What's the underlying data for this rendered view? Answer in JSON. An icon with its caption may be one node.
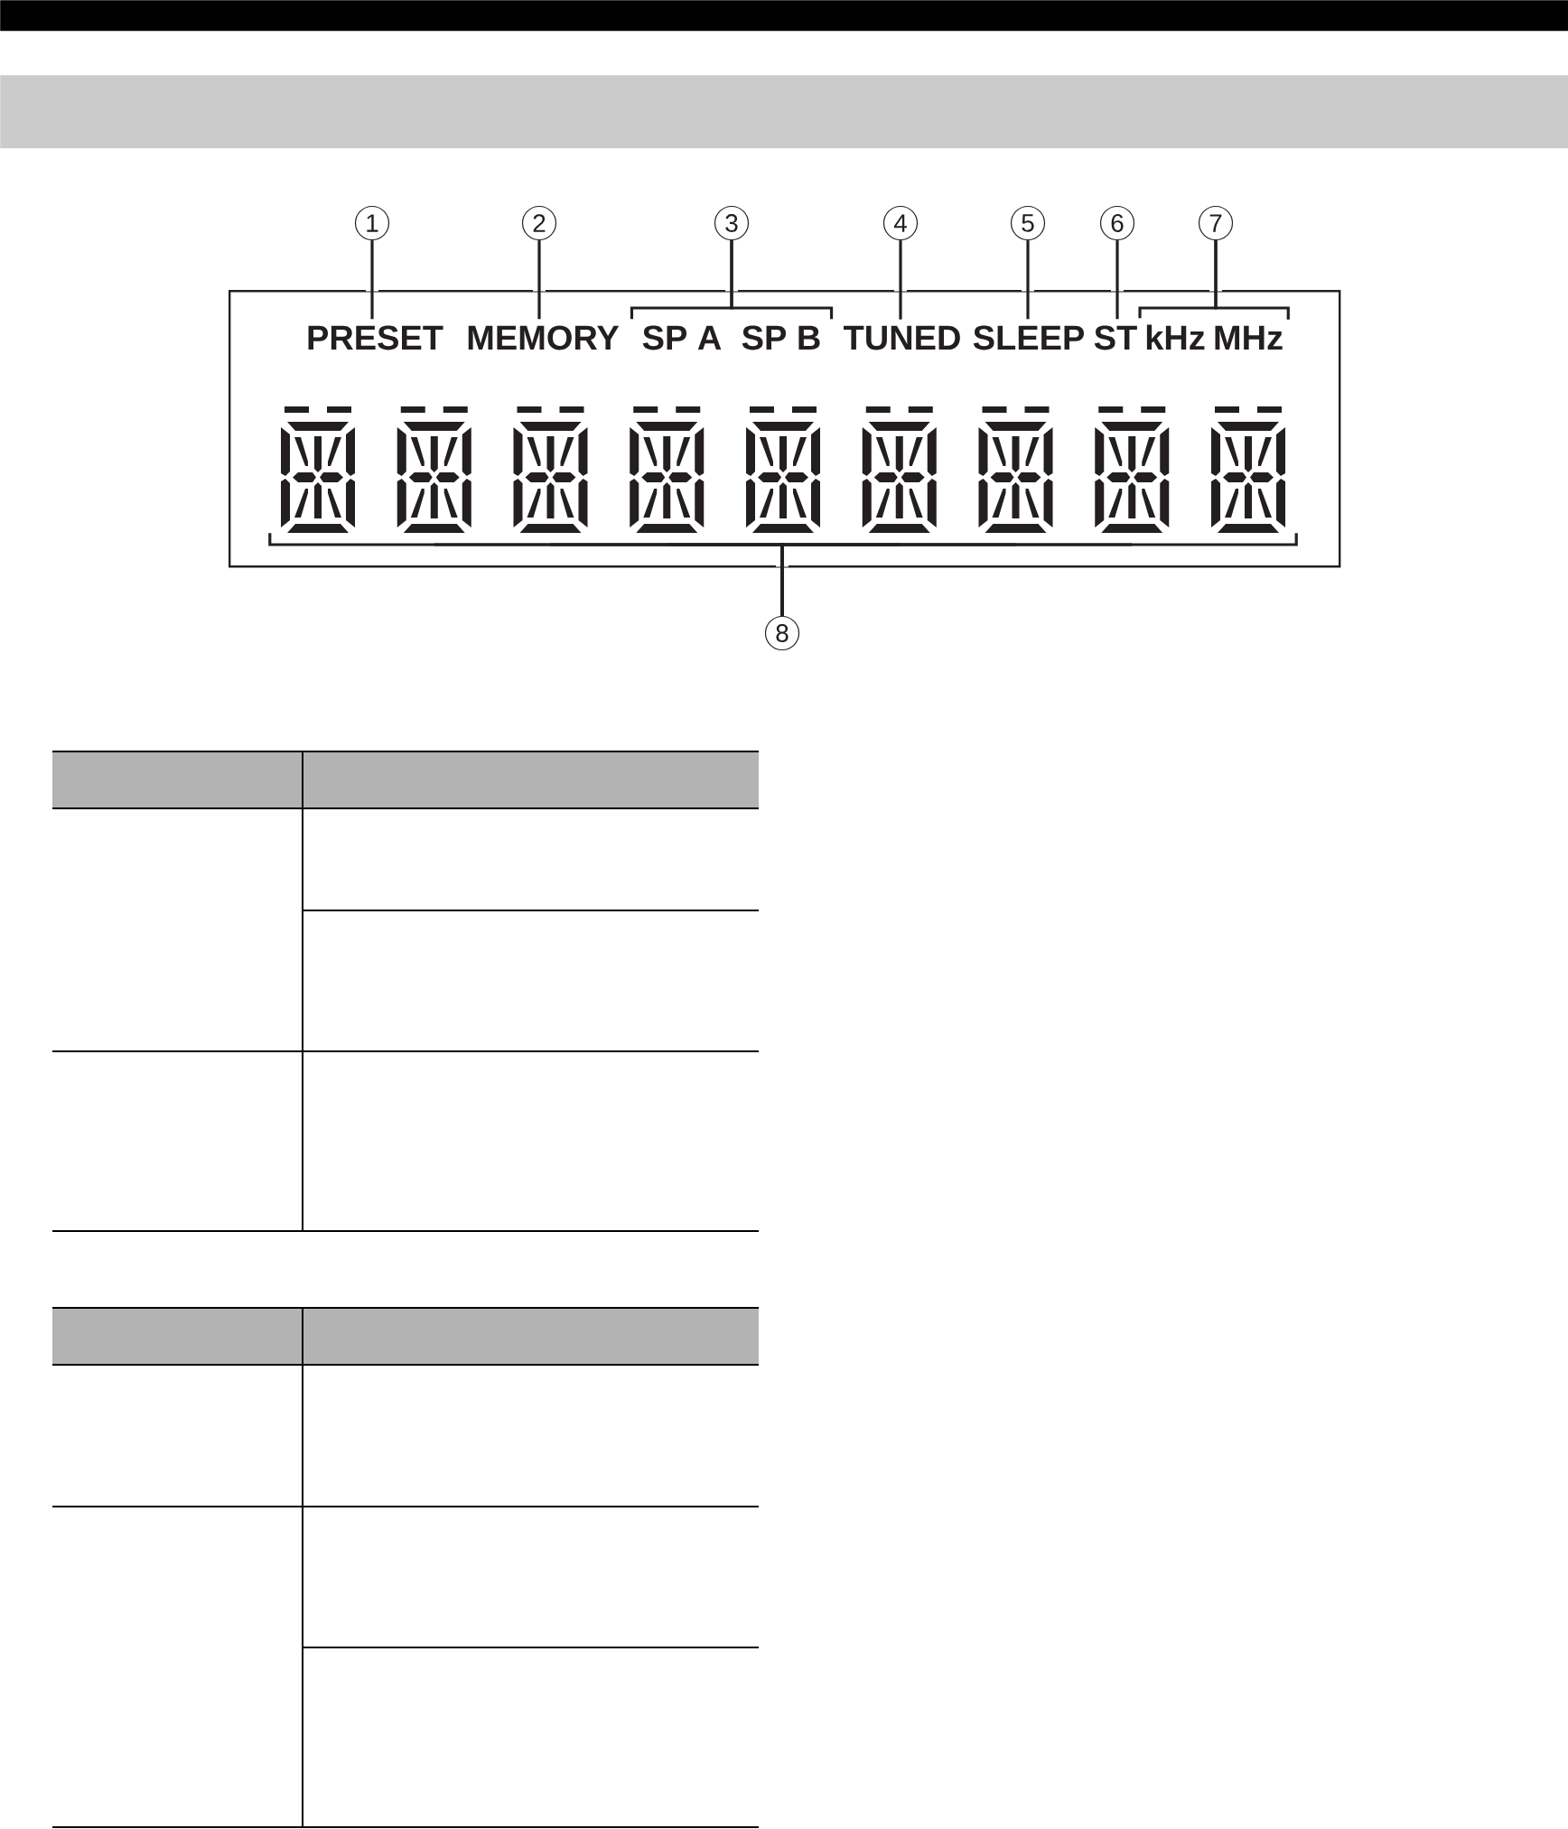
{
  "diagram": {
    "nodes": [
      {
        "text": [],
        "shape": "bar"
      },
      {
        "text": [],
        "shape": "bar"
      },
      {
        "text": [
          "1"
        ]
      },
      {
        "text": [
          "2"
        ]
      },
      {
        "text": [
          "3"
        ]
      },
      {
        "text": [
          "4"
        ]
      },
      {
        "text": [
          "5"
        ]
      },
      {
        "text": [
          "6"
        ]
      },
      {
        "text": [
          "7"
        ]
      },
      {
        "text": [],
        "shape": "box"
      },
      {
        "text": [
          "PRESET"
        ],
        "in": 9
      },
      {
        "text": [
          "MEMORY"
        ],
        "in": 9
      },
      {
        "text": [
          "SP A"
        ],
        "in": 9
      },
      {
        "text": [
          "SP B"
        ],
        "in": 9
      },
      {
        "text": [
          "TUNED"
        ],
        "in": 9
      },
      {
        "text": [
          "SLEEP"
        ],
        "in": 9
      },
      {
        "text": [
          "ST"
        ],
        "in": 9
      },
      {
        "text": [
          "kHz"
        ],
        "in": 9
      },
      {
        "text": [
          "MHz"
        ],
        "in": 9
      },
      {
        "text": [],
        "shape": "picture",
        "in": 9
      },
      {
        "text": [],
        "shape": "picture",
        "in": 9
      },
      {
        "text": [],
        "shape": "picture",
        "in": 9
      },
      {
        "text": [],
        "shape": "picture",
        "in": 9
      },
      {
        "text": [],
        "shape": "picture",
        "in": 9
      },
      {
        "text": [],
        "shape": "picture",
        "in": 9
      },
      {
        "text": [],
        "shape": "picture",
        "in": 9
      },
      {
        "text": [],
        "shape": "picture",
        "in": 9
      },
      {
        "text": [],
        "shape": "picture",
        "in": 9
      },
      {
        "text": [
          "8"
        ]
      }
    ],
    "edges": [
      {
        "from": 2,
        "to": 10,
        "arrow": "none"
      },
      {
        "from": 3,
        "to": 11,
        "arrow": "none"
      },
      {
        "from": 4,
        "to": 12,
        "arrow": "none"
      },
      {
        "from": 4,
        "to": 13,
        "arrow": "none"
      },
      {
        "from": 5,
        "to": 14,
        "arrow": "none"
      },
      {
        "from": 6,
        "to": 15,
        "arrow": "none"
      },
      {
        "from": 7,
        "to": 16,
        "arrow": "none"
      },
      {
        "from": 8,
        "to": 17,
        "arrow": "none"
      },
      {
        "from": 8,
        "to": 18,
        "arrow": "none"
      },
      {
        "from": 28,
        "to": 19,
        "arrow": "none"
      },
      {
        "from": 28,
        "to": 20,
        "arrow": "none"
      },
      {
        "from": 28,
        "to": 21,
        "arrow": "none"
      },
      {
        "from": 28,
        "to": 22,
        "arrow": "none"
      },
      {
        "from": 28,
        "to": 23,
        "arrow": "none"
      },
      {
        "from": 28,
        "to": 24,
        "arrow": "none"
      },
      {
        "from": 28,
        "to": 25,
        "arrow": "none"
      },
      {
        "from": 28,
        "to": 26,
        "arrow": "none"
      },
      {
        "from": 28,
        "to": 27,
        "arrow": "none"
      }
    ]
  }
}
